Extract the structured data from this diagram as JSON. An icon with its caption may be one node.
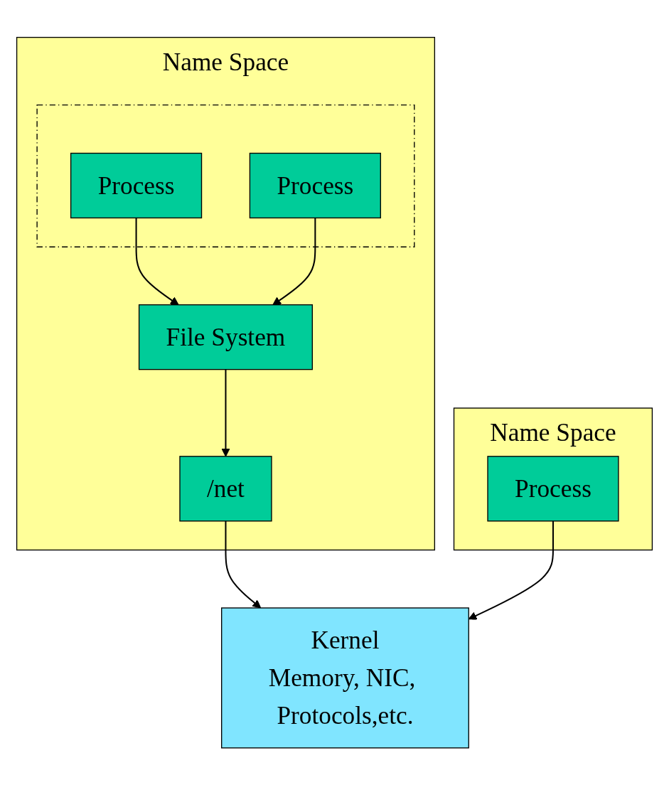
{
  "diagram": {
    "nodes": [
      {
        "text": [
          "Name Space"
        ]
      },
      {
        "text": [],
        "shape": "box",
        "in": 0
      },
      {
        "text": [
          "Process"
        ],
        "in": 1
      },
      {
        "text": [
          "Process"
        ],
        "in": 1
      },
      {
        "text": [
          "File System"
        ],
        "in": 0
      },
      {
        "text": [
          "/net"
        ],
        "in": 0
      },
      {
        "text": [
          "Name Space"
        ]
      },
      {
        "text": [
          "Process"
        ],
        "in": 6
      },
      {
        "text": [
          "Kernel",
          "Memory, NIC, Protocols,etc."
        ]
      }
    ],
    "edges": [
      {
        "from": 2,
        "to": 4,
        "arrow": "to"
      },
      {
        "from": 3,
        "to": 4,
        "arrow": "to"
      },
      {
        "from": 4,
        "to": 5,
        "arrow": "to"
      },
      {
        "from": 5,
        "to": 8,
        "arrow": "to"
      },
      {
        "from": 7,
        "to": 8,
        "arrow": "to"
      }
    ]
  }
}
